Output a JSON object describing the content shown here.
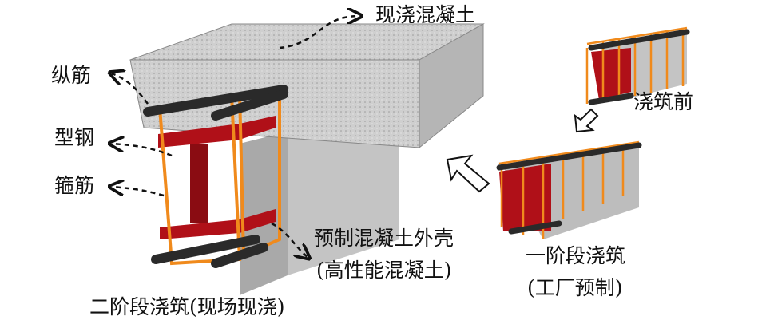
{
  "labels": {
    "cast_concrete": "现浇混凝土",
    "longitudinal_rebar": "纵筋",
    "steel_section": "型钢",
    "stirrup": "箍筋",
    "precast_shell": "预制混凝土外壳",
    "precast_shell_note": "(高性能混凝土)",
    "stage2": "二阶段浇筑(现场现浇)",
    "before_pour": "浇筑前",
    "stage1": "一阶段浇筑",
    "stage1_note": "(工厂预制)"
  },
  "colors": {
    "steel": "#b01018",
    "stirrup": "#f08a1c",
    "rebar": "#2a2a2a",
    "concrete": "#c8c8c8",
    "shell": "#bdbdbd"
  }
}
